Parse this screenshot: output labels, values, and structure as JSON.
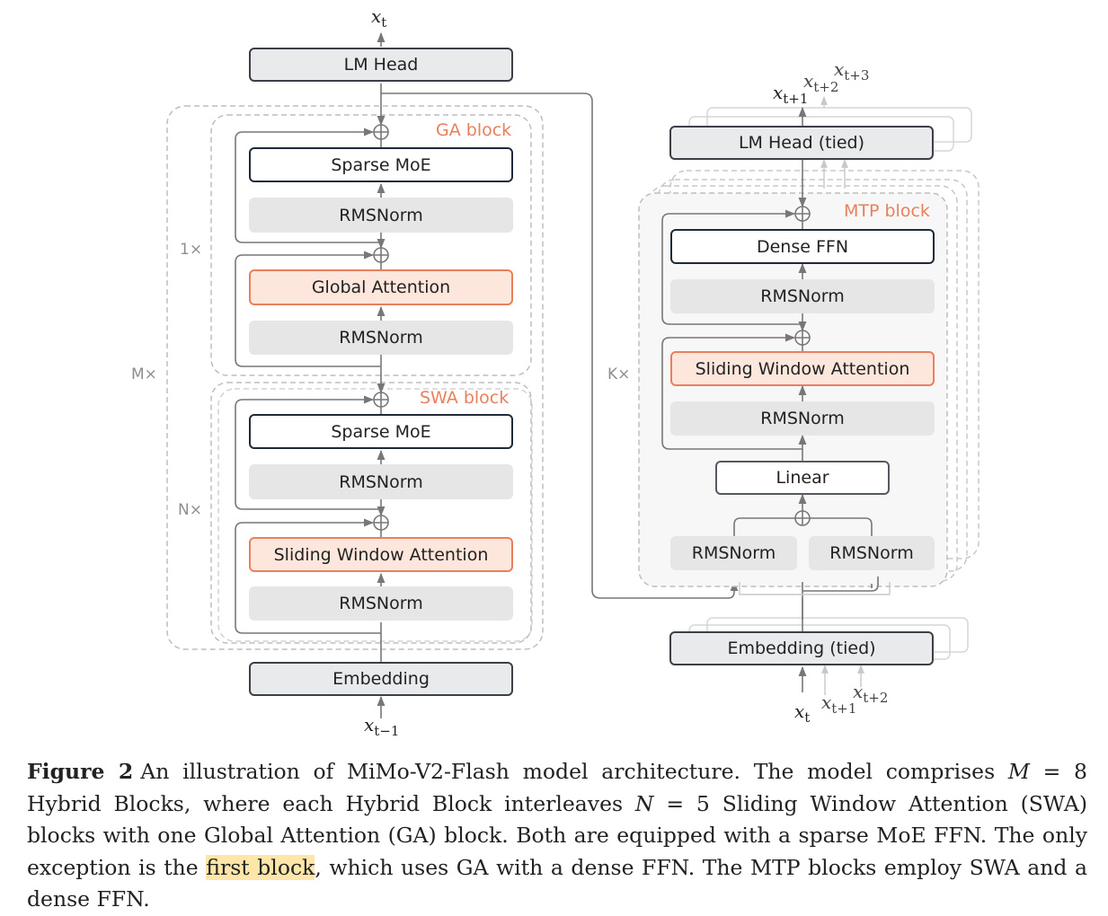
{
  "diagram": {
    "left": {
      "lm_head": "LM Head",
      "ga_block_tag": "GA block",
      "swa_block_tag": "SWA block",
      "ga": {
        "moe": "Sparse MoE",
        "norm1": "RMSNorm",
        "attn": "Global Attention",
        "norm2": "RMSNorm"
      },
      "swa": {
        "moe": "Sparse MoE",
        "norm1": "RMSNorm",
        "attn": "Sliding Window Attention",
        "norm2": "RMSNorm"
      },
      "embedding": "Embedding",
      "mult_1": "1×",
      "mult_n": "N×",
      "mult_m": "M×",
      "input_token": {
        "base": "x",
        "sub": "t−1"
      },
      "output_token": {
        "base": "x",
        "sub": "t"
      }
    },
    "right": {
      "lm_head": "LM Head (tied)",
      "mtp_block_tag": "MTP block",
      "ffn": "Dense FFN",
      "norm1": "RMSNorm",
      "attn": "Sliding Window Attention",
      "norm2": "RMSNorm",
      "linear": "Linear",
      "norm_left": "RMSNorm",
      "norm_right": "RMSNorm",
      "embedding": "Embedding (tied)",
      "mult_k": "K×",
      "output_tokens": [
        {
          "base": "x",
          "sub": "t+1"
        },
        {
          "base": "x",
          "sub": "t+2"
        },
        {
          "base": "x",
          "sub": "t+3"
        }
      ],
      "input_tokens": [
        {
          "base": "x",
          "sub": "t"
        },
        {
          "base": "x",
          "sub": "t+1"
        },
        {
          "base": "x",
          "sub": "t+2"
        }
      ]
    }
  },
  "caption": {
    "label": "Figure 2",
    "part1": "An illustration of MiMo-V2-Flash model architecture. The model comprises ",
    "var_m": "M",
    "eq_m": " = 8 Hybrid Blocks, where each Hybrid Block interleaves ",
    "var_n": "N",
    "eq_n": " = 5 Sliding Window Attention (SWA) blocks with one Global Attention (GA) block. Both are equipped with a sparse MoE FFN. The only exception is the ",
    "highlight": "first block",
    "part2": ", which uses GA with a dense FFN. The MTP blocks employ SWA and a dense FFN."
  },
  "colors": {
    "accent": "#e9805d",
    "attention_fill": "#fde6dc",
    "norm_fill": "#e6e6e6",
    "io_fill": "#e9eaec",
    "highlight": "#fde6a8"
  }
}
